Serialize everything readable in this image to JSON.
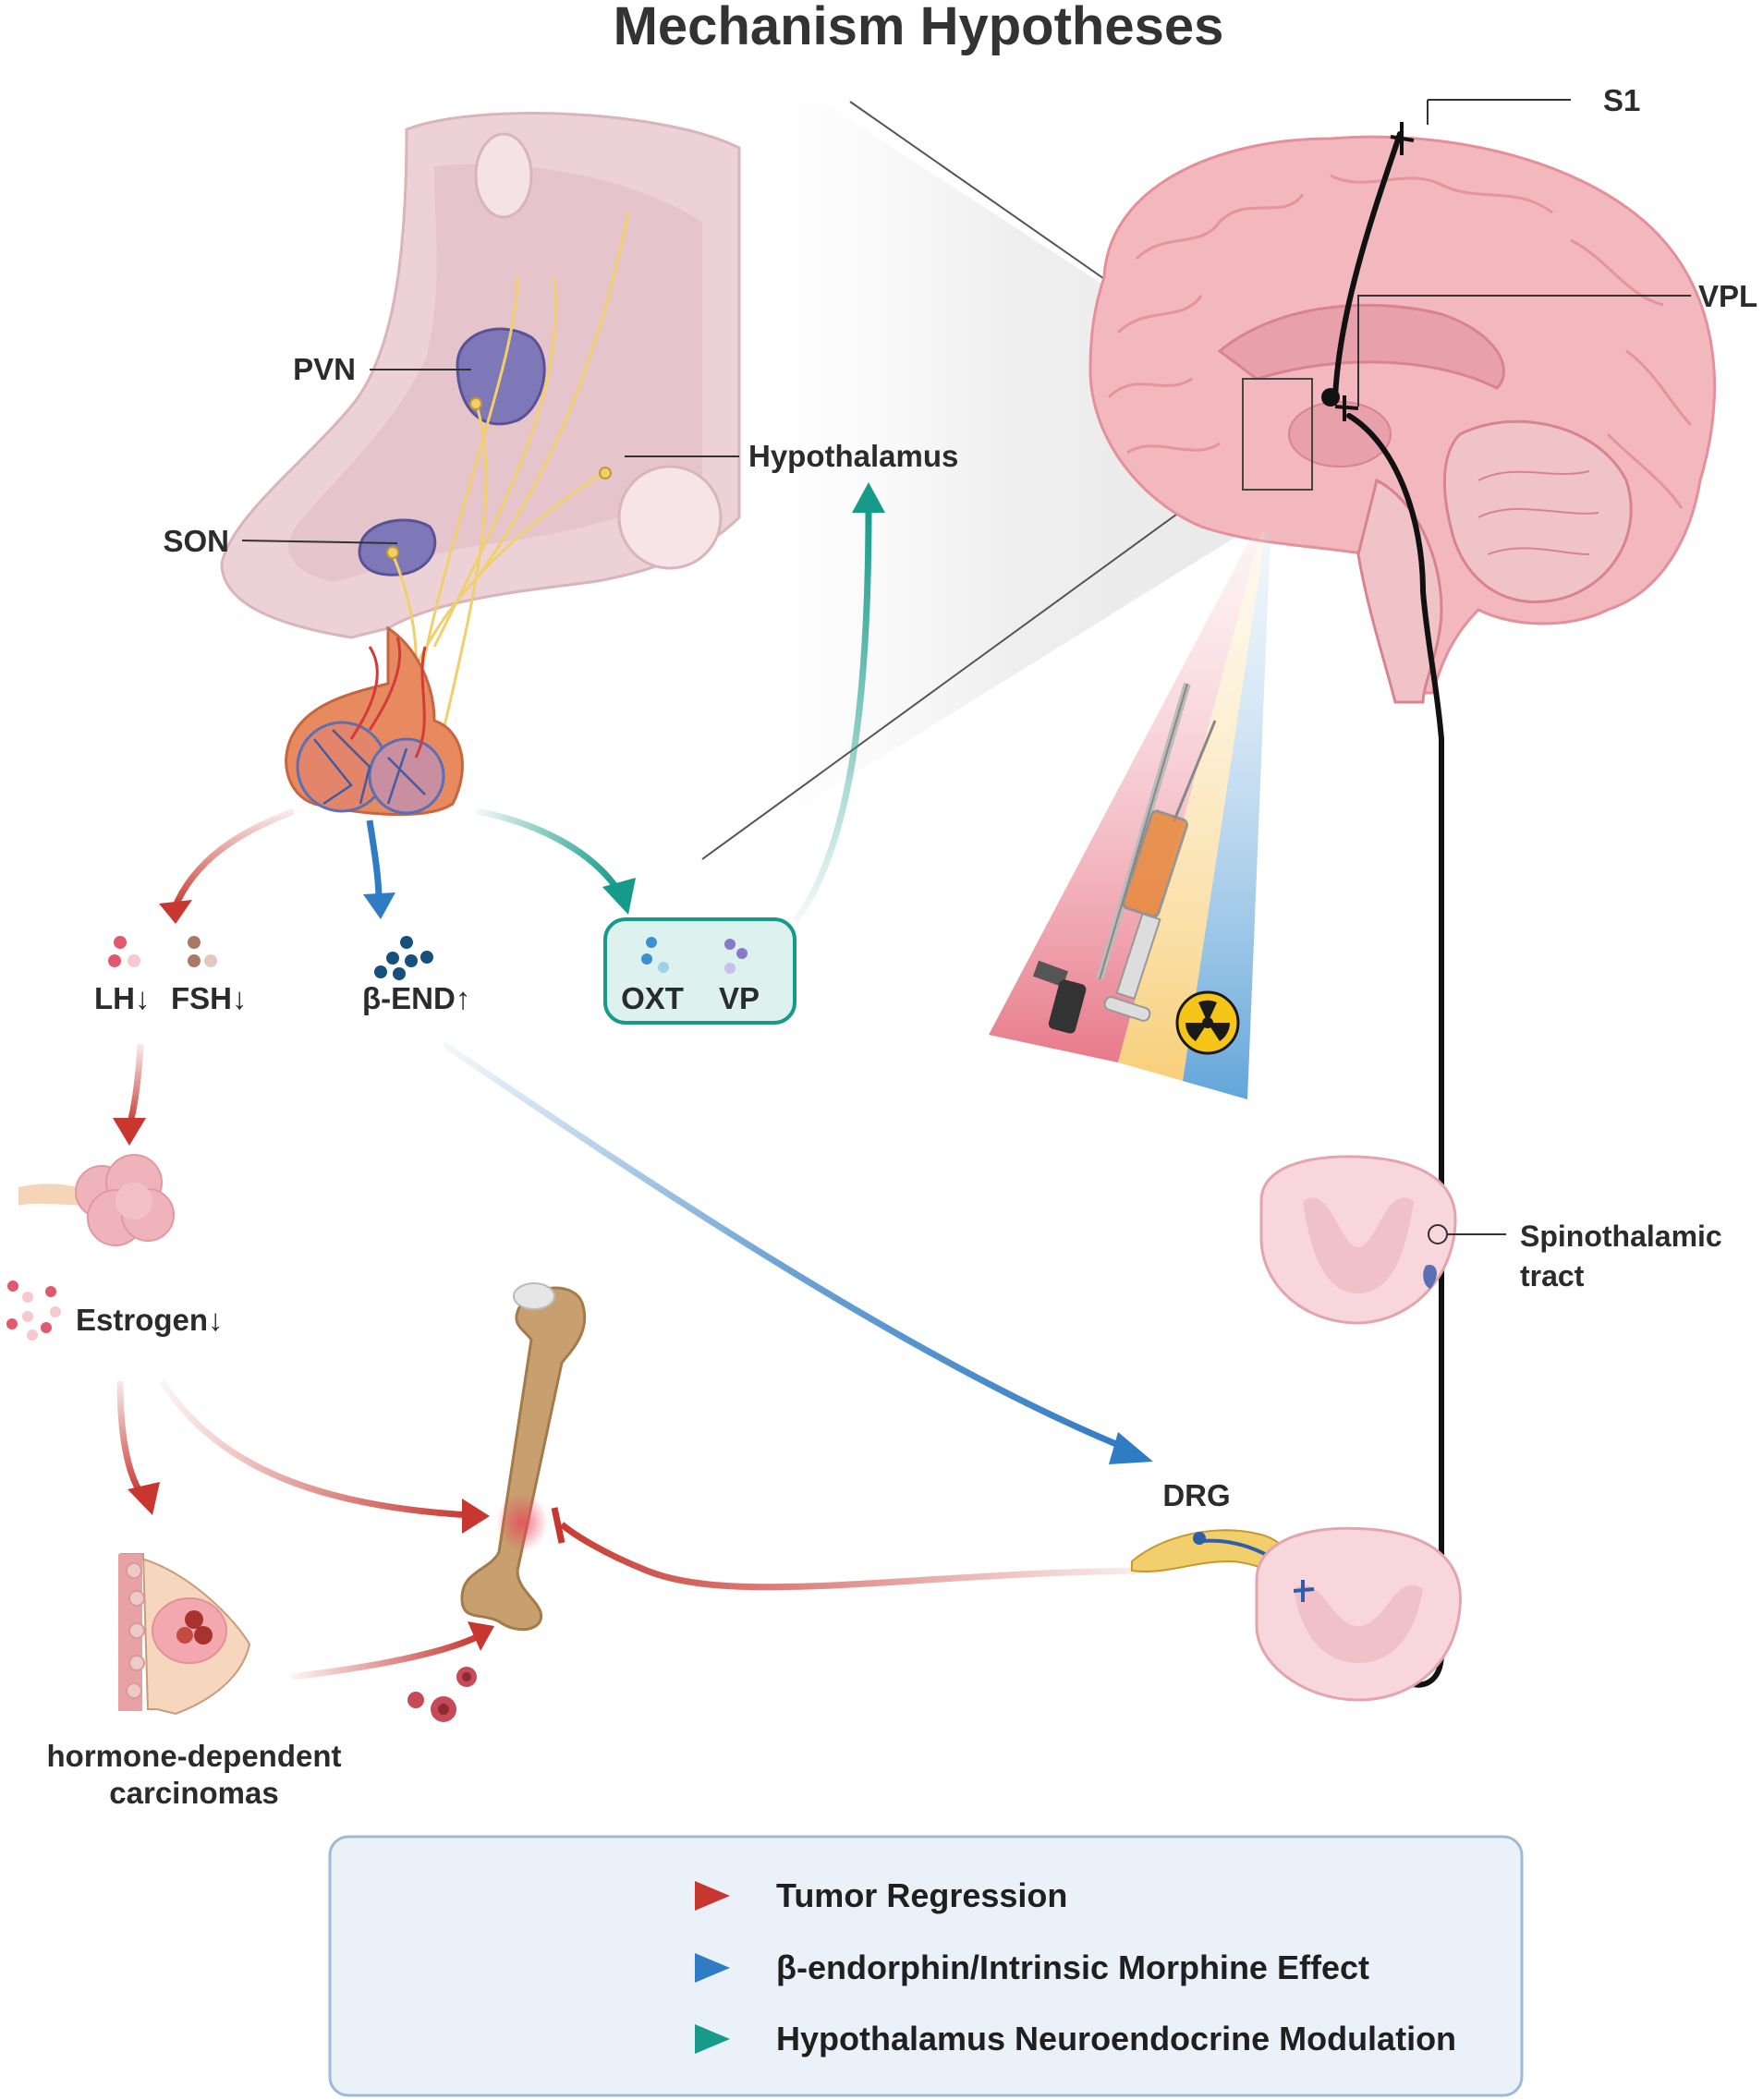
{
  "title": "Mechanism Hypotheses",
  "labels": {
    "pvn": "PVN",
    "son": "SON",
    "hypothalamus": "Hypothalamus",
    "s1": "S1",
    "vpl": "VPL",
    "lh": "LH",
    "fsh": "FSH",
    "b_end": "β-END",
    "oxt": "OXT",
    "vp": "VP",
    "estrogen": "Estrogen",
    "carcinoma_line1": "hormone-dependent",
    "carcinoma_line2": "carcinomas",
    "drg": "DRG",
    "spino_line1": "Spinothalamic",
    "spino_line2": "tract"
  },
  "arrows_glyph": {
    "down": "↓",
    "up": "↑"
  },
  "legend": [
    {
      "label": "Tumor Regression",
      "color": "#c7362f"
    },
    {
      "label": "β-endorphin/Intrinsic Morphine Effect",
      "color": "#2f7bc4"
    },
    {
      "label": "Hypothalamus Neuroendocrine Modulation",
      "color": "#169a8a"
    }
  ],
  "colors": {
    "tumor": "#c7362f",
    "endorphin": "#2f7bc4",
    "neuroendocrine": "#169a8a",
    "brain": "#f2b8bd",
    "legend_bg": "#eaf1f8"
  },
  "icons": [
    "radiation-icon",
    "syringe-icon",
    "probe-icon"
  ]
}
